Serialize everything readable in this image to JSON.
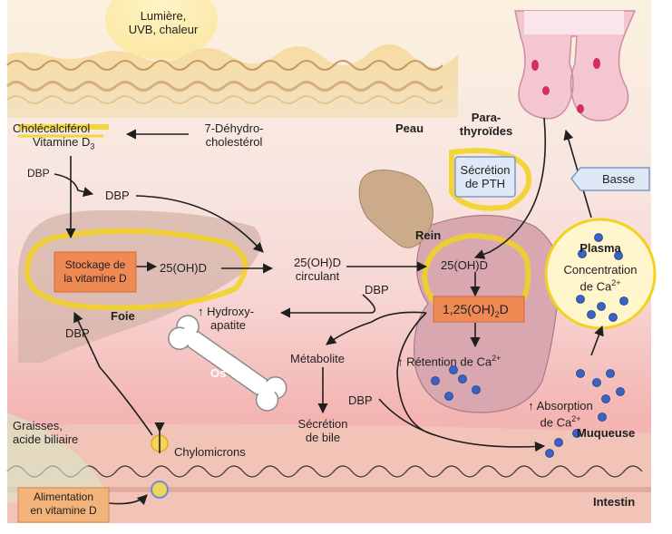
{
  "labels": {
    "light": [
      "Lumière,",
      "UVB, chaleur"
    ],
    "skin": "Peau",
    "cholecalciferol": "Cholécalciférol",
    "vitd3": "Vitamine D",
    "vitd3_sub": "3",
    "dehydro": [
      "7-Déhydro-",
      "cholestérol"
    ],
    "dbp1": "DBP",
    "dbp2": "DBP",
    "storage": [
      "Stockage de",
      "la vitamine D"
    ],
    "oh_liver": "25(OH)D",
    "circulating": [
      "25(OH)D",
      "circulant"
    ],
    "liver": "Foie",
    "dbp3": "DBP",
    "hydroxyapatite": [
      "↑ Hydroxy-",
      "apatite"
    ],
    "bone": "Os",
    "metabolite": "Métabolite",
    "bile_secretion": [
      "Sécrétion",
      "de bile"
    ],
    "fats": [
      "Graisses,",
      "acide biliaire"
    ],
    "chylomicrons": "Chylomicrons",
    "food": [
      "Alimentation",
      "en vitamine D"
    ],
    "intestine": "Intestin",
    "kidney": "Rein",
    "oh_kidney": "25(OH)D",
    "dbp_kidney": "DBP",
    "calcitriol": "1,25(OH)",
    "calcitriol_sub": "2",
    "calcitriol_end": "D",
    "retention": "↑ Rétention de Ca",
    "retention_sup": "2+",
    "dbp5": "DBP",
    "absorption": [
      "↑ Absorption",
      "de Ca"
    ],
    "absorption_sup": "2+",
    "mucosa": "Muqueuse",
    "parathyroids": [
      "Para-",
      "thyroïdes"
    ],
    "pth": [
      "Sécrétion",
      "de PTH"
    ],
    "low": "Basse",
    "plasma": "Plasma",
    "concentration": [
      "Concentration",
      "de Ca"
    ],
    "concentration_sup": "2+"
  },
  "colors": {
    "highlight": "#f2d21e",
    "orange_box": "#ef8a55",
    "blue_box": "#dfe8f6",
    "blue_border": "#7d97c8",
    "dot": "#3d63c2"
  }
}
